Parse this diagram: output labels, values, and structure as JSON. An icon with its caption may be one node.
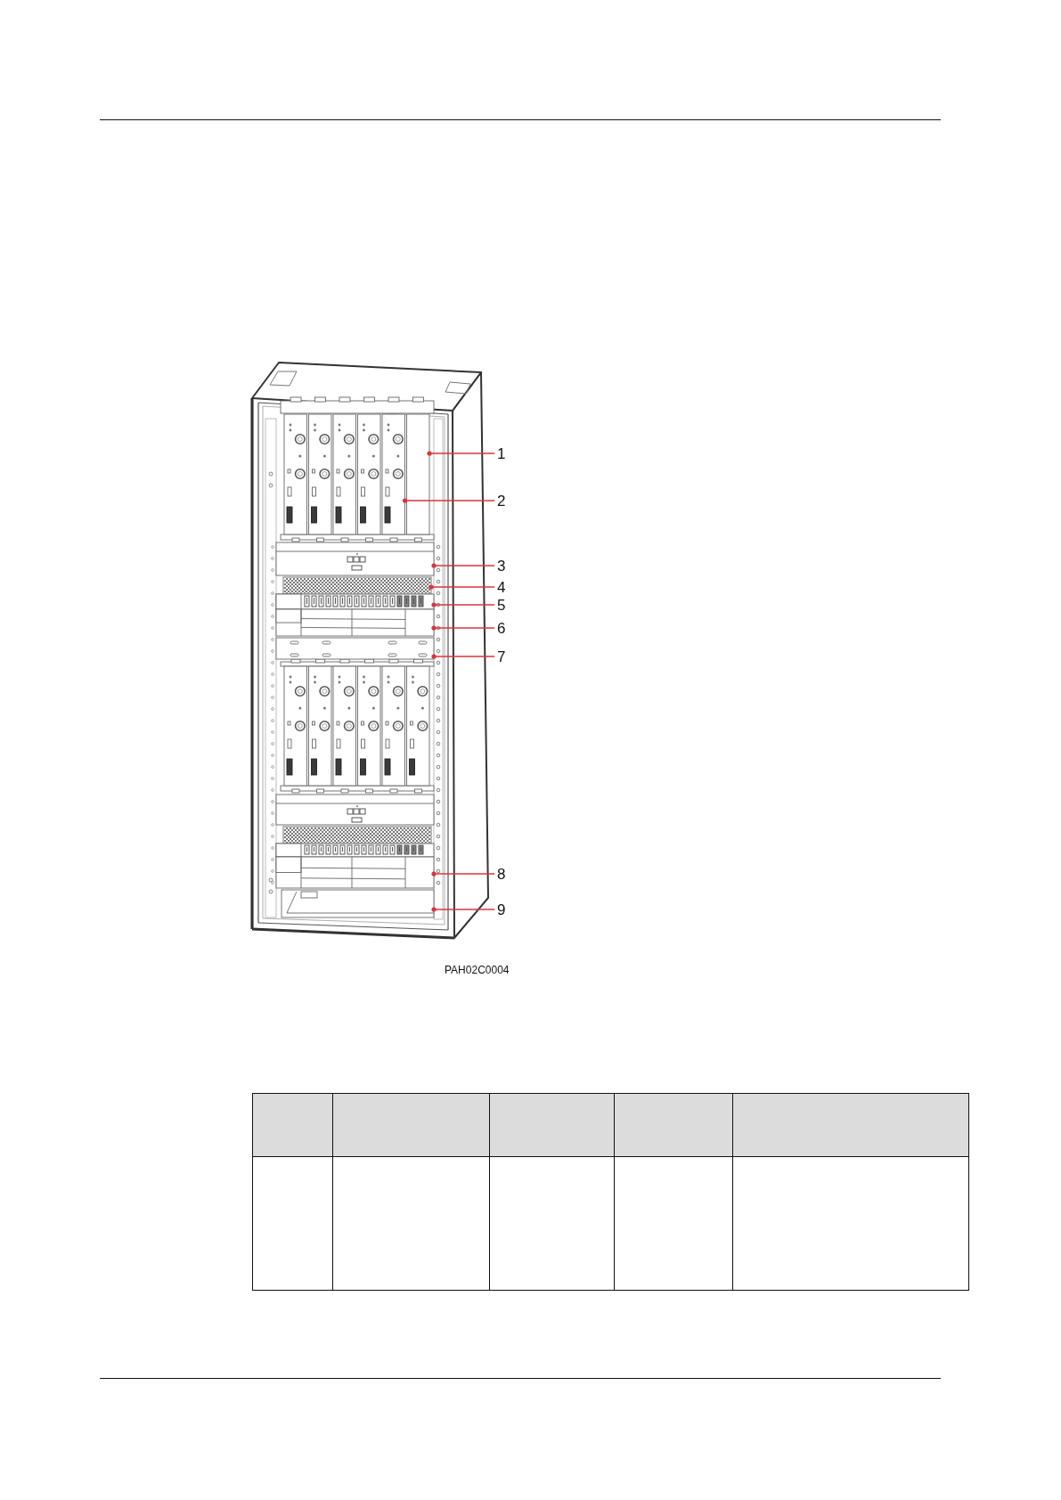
{
  "diagram": {
    "nodes": [
      {
        "text": [],
        "shape": "box"
      },
      {
        "text": [],
        "shape": "box"
      },
      {
        "text": [],
        "shape": "box"
      },
      {
        "text": [],
        "shape": "box"
      },
      {
        "text": [],
        "shape": "box"
      },
      {
        "text": [],
        "shape": "box"
      },
      {
        "text": [],
        "shape": "box"
      },
      {
        "text": [],
        "shape": "box"
      },
      {
        "text": [],
        "shape": "box"
      },
      {
        "text": [],
        "shape": "box"
      },
      {
        "text": [],
        "shape": "box"
      },
      {
        "text": [],
        "shape": "box"
      },
      {
        "text": [],
        "shape": "box"
      },
      {
        "text": [],
        "shape": "box"
      },
      {
        "text": [],
        "shape": "box"
      },
      {
        "text": [],
        "shape": "box"
      },
      {
        "text": [],
        "shape": "box"
      },
      {
        "text": [],
        "shape": "box"
      },
      {
        "text": [],
        "shape": "box"
      },
      {
        "text": [],
        "shape": "box"
      },
      {
        "text": [],
        "shape": "box"
      },
      {
        "text": [],
        "shape": "box"
      },
      {
        "text": [
          "1"
        ]
      },
      {
        "text": [
          "2"
        ]
      },
      {
        "text": [
          "3"
        ]
      },
      {
        "text": [
          "4"
        ]
      },
      {
        "text": [
          "5"
        ]
      },
      {
        "text": [
          "6"
        ]
      },
      {
        "text": [
          "7"
        ]
      },
      {
        "text": [
          "8"
        ]
      },
      {
        "text": [
          "9"
        ]
      }
    ],
    "edges": [
      {
        "from": 22,
        "to": 5,
        "arrow": "other"
      },
      {
        "from": 23,
        "to": 4,
        "arrow": "other"
      },
      {
        "from": 24,
        "to": 6,
        "arrow": "other"
      },
      {
        "from": 25,
        "to": 7,
        "arrow": "other"
      },
      {
        "from": 26,
        "to": 8,
        "arrow": "other"
      },
      {
        "from": 27,
        "to": 9,
        "arrow": "other"
      },
      {
        "from": 28,
        "to": 10,
        "arrow": "other"
      },
      {
        "from": 29,
        "to": 20,
        "arrow": "other"
      },
      {
        "from": 30,
        "to": 21,
        "arrow": "other"
      }
    ],
    "labels": [
      "PAH02C0004"
    ]
  }
}
